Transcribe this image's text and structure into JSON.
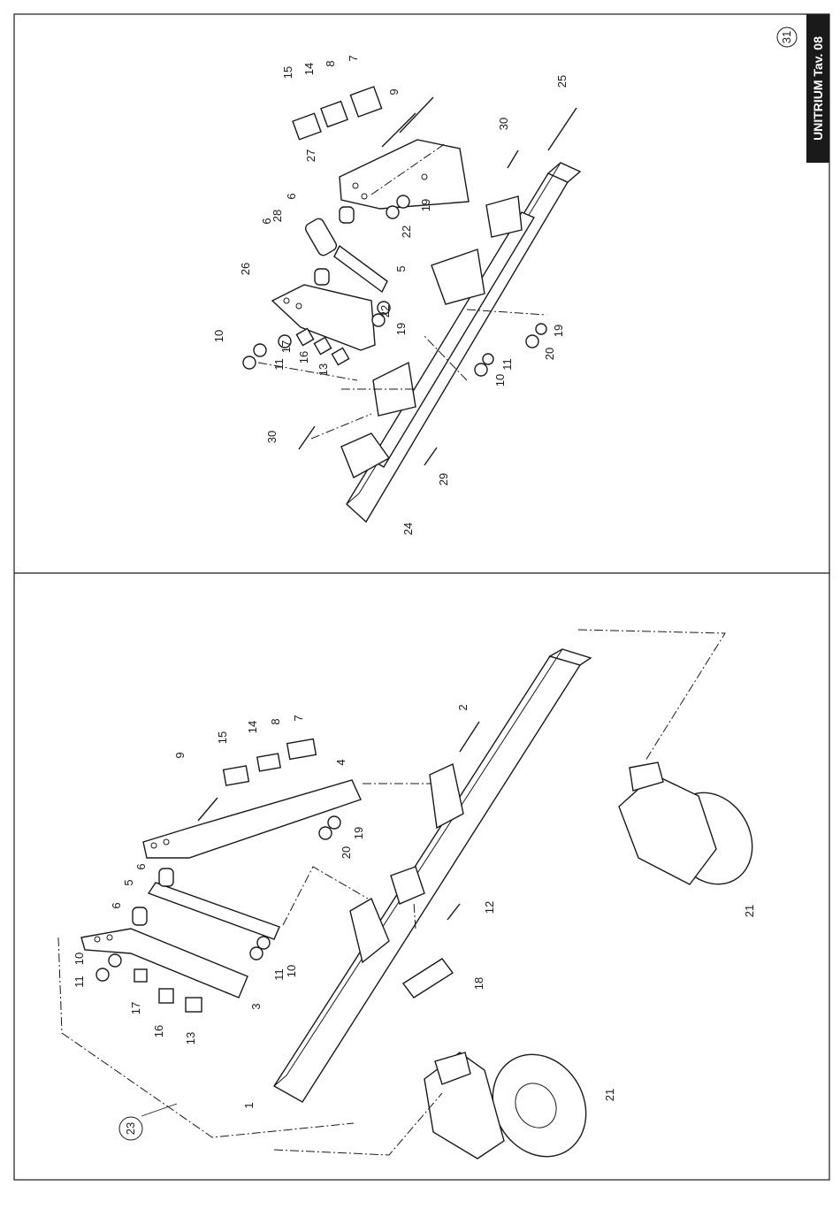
{
  "header": {
    "title": "UNITRIUM Tav. 08",
    "page_number": "31"
  },
  "left_panel": {
    "assembly_number": "23",
    "labels": [
      "1",
      "2",
      "3",
      "4",
      "5",
      "6",
      "6",
      "7",
      "8",
      "9",
      "10",
      "10",
      "11",
      "11",
      "12",
      "13",
      "14",
      "15",
      "16",
      "17",
      "18",
      "19",
      "20",
      "21",
      "21"
    ]
  },
  "right_panel": {
    "labels": [
      "5",
      "6",
      "6",
      "7",
      "8",
      "9",
      "10",
      "10",
      "11",
      "11",
      "13",
      "14",
      "15",
      "16",
      "17",
      "19",
      "19",
      "19",
      "20",
      "22",
      "22",
      "24",
      "25",
      "26",
      "27",
      "28",
      "29",
      "30",
      "30"
    ]
  },
  "colors": {
    "ink": "#1a1a1a",
    "badge_bg": "#1a1a1a",
    "badge_text": "#ffffff"
  }
}
